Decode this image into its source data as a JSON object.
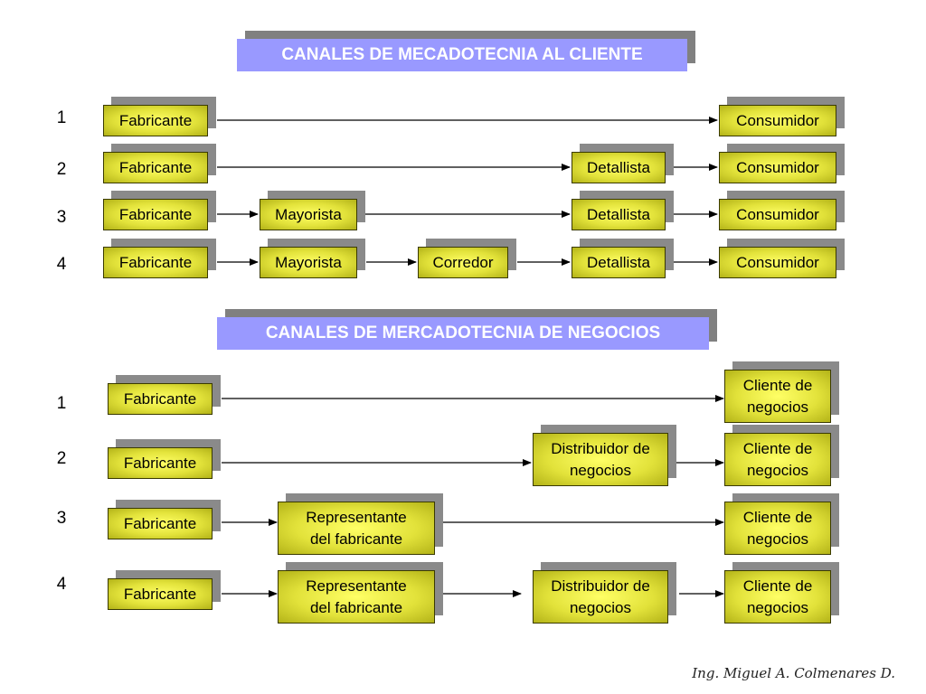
{
  "colors": {
    "title_bg": "#9999ff",
    "box_fill": "#e2e23a",
    "shadow": "#8a8a8a"
  },
  "section1": {
    "title": "CANALES DE MECADOTECNIA AL CLIENTE",
    "rows": [
      {
        "num": "1",
        "fab": "Fabricante",
        "consumer": "Consumidor"
      },
      {
        "num": "2",
        "fab": "Fabricante",
        "retailer": "Detallista",
        "consumer": "Consumidor"
      },
      {
        "num": "3",
        "fab": "Fabricante",
        "wholesaler": "Mayorista",
        "retailer": "Detallista",
        "consumer": "Consumidor"
      },
      {
        "num": "4",
        "fab": "Fabricante",
        "wholesaler": "Mayorista",
        "broker": "Corredor",
        "retailer": "Detallista",
        "consumer": "Consumidor"
      }
    ]
  },
  "section2": {
    "title": "CANALES DE MERCADOTECNIA DE NEGOCIOS",
    "rows": [
      {
        "num": "1",
        "fab": "Fabricante",
        "client": "Cliente de\nnegocios"
      },
      {
        "num": "2",
        "fab": "Fabricante",
        "distributor": "Distribuidor de\nnegocios",
        "client": "Cliente de\nnegocios"
      },
      {
        "num": "3",
        "fab": "Fabricante",
        "rep": "Representante\ndel fabricante",
        "client": "Cliente de\nnegocios"
      },
      {
        "num": "4",
        "fab": "Fabricante",
        "rep": "Representante\ndel fabricante",
        "distributor": "Distribuidor de\nnegocios",
        "client": "Cliente de\nnegocios"
      }
    ]
  },
  "footer": {
    "signature": "Ing. Miguel A. Colmenares D."
  }
}
